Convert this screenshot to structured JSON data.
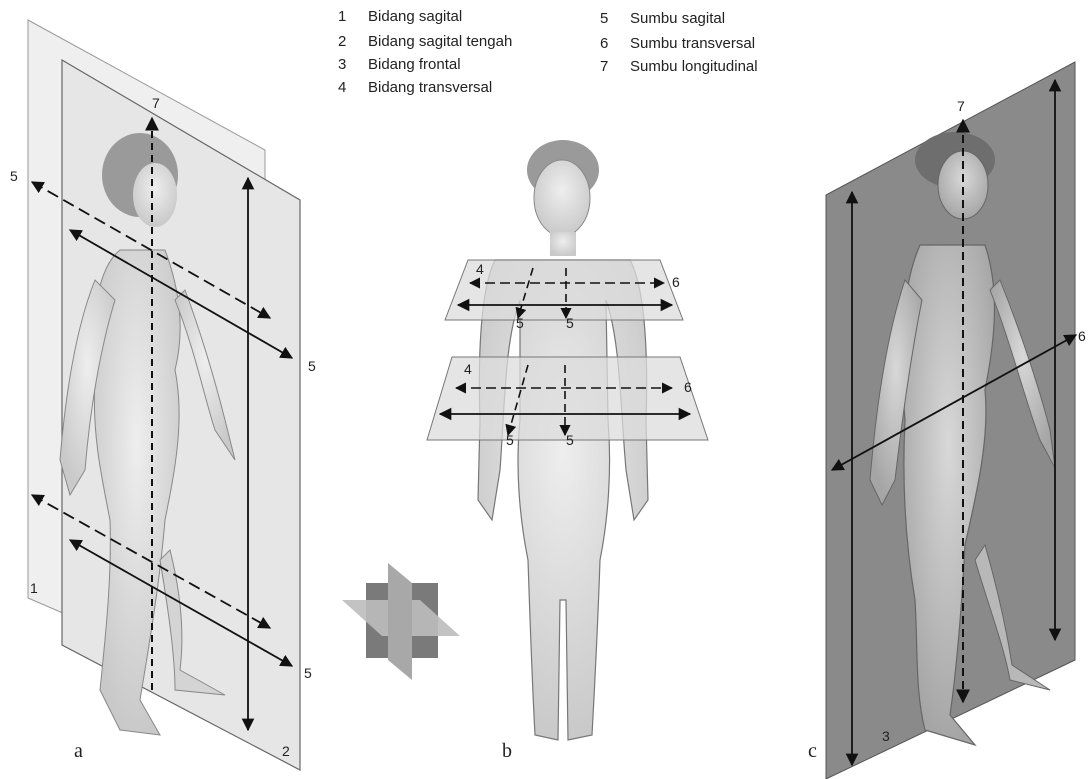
{
  "legend": [
    {
      "num": "1",
      "label": "Bidang sagital"
    },
    {
      "num": "2",
      "label": "Bidang sagital tengah"
    },
    {
      "num": "3",
      "label": "Bidang frontal"
    },
    {
      "num": "4",
      "label": "Bidang transversal"
    },
    {
      "num": "5",
      "label": "Sumbu sagital"
    },
    {
      "num": "6",
      "label": "Sumbu transversal"
    },
    {
      "num": "7",
      "label": "Sumbu longitudinal"
    }
  ],
  "panels": {
    "a": "a",
    "b": "b",
    "c": "c"
  },
  "marks": {
    "a_7": "7",
    "a_5_top": "5",
    "a_5_mid": "5",
    "a_5_bot": "5",
    "a_1": "1",
    "a_2": "2",
    "b_4_top": "4",
    "b_6_top": "6",
    "b_5_top_l": "5",
    "b_5_top_r": "5",
    "b_4_bot": "4",
    "b_6_bot": "6",
    "b_5_bot_l": "5",
    "b_5_bot_r": "5",
    "c_7": "7",
    "c_6": "6",
    "c_3": "3"
  },
  "colors": {
    "plane_light": "#ececec",
    "plane_dark": "#8a8a8a",
    "skin": "#e2e2e2",
    "line": "#111111"
  }
}
